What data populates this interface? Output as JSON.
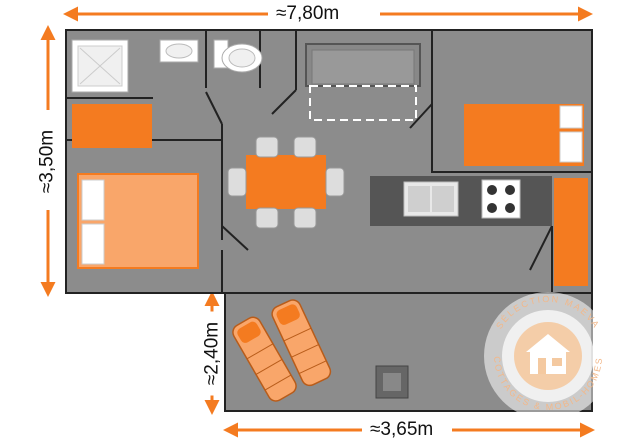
{
  "dimensions": {
    "total_width": "≈7,80m",
    "total_depth": "≈3,50m",
    "terrace_depth": "≈2,40m",
    "terrace_width": "≈3,65m"
  },
  "seal": {
    "top_text": "SÉLECTION MAEVA",
    "bottom_text": "COTTAGES & MOBIL-HOMES"
  },
  "colors": {
    "accent": "#f47b20",
    "accent_light": "#f9a66a",
    "floor": "#8c8c8c",
    "wall": "#222222",
    "counter": "#555555"
  },
  "icons": [
    "shower-icon",
    "sink-icon",
    "toilet-icon",
    "sofa-icon",
    "table-icon",
    "chair-icon",
    "bed-icon",
    "stove-icon",
    "sun-lounger-icon",
    "seal-logo"
  ]
}
